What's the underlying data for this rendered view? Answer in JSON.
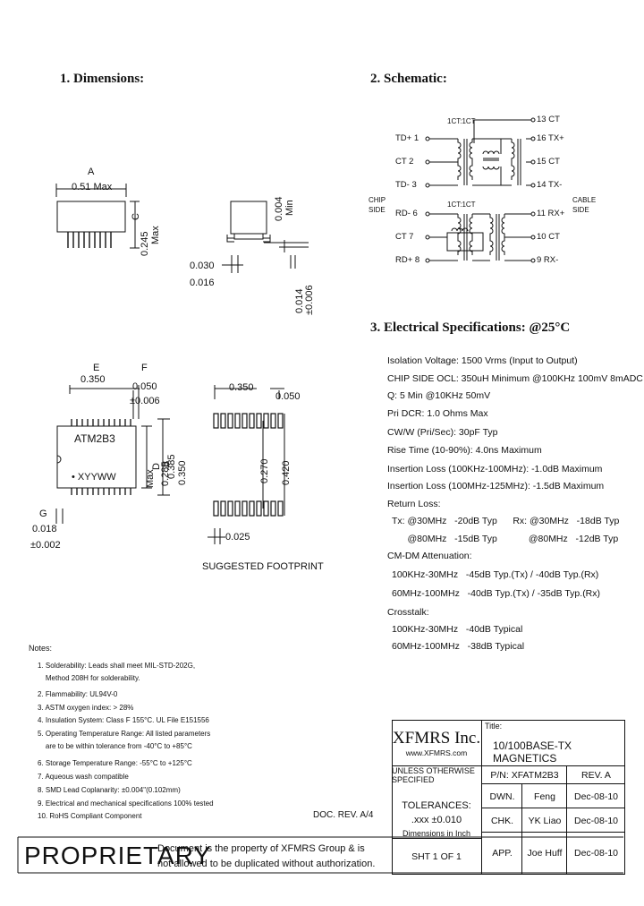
{
  "sections": {
    "dimensions": "1. Dimensions:",
    "schematic": "2. Schematic:",
    "electrical": "3. Electrical   Specifications: @25°C"
  },
  "dims": {
    "a_letter": "A",
    "a_value": "0.51 Max",
    "c_letter": "C",
    "c_value": "0.245",
    "c_max": "Max",
    "side_top": "0.004",
    "side_min": "Min",
    "lead_030": "0.030",
    "lead_016": "0.016",
    "lead_014": "0.014",
    "lead_006": "±0.006",
    "e_letter": "E",
    "e_value": "0.350",
    "f_letter": "F",
    "f_value": "0.050",
    "f_tol": "±0.006",
    "chip_name": "ATM2B3",
    "chip_code": "• XYYWW",
    "d_letter": "D",
    "d_value": "0.285",
    "d_max": "Max",
    "b_letter": "B",
    "b_value1": "0.385",
    "b_value2": "0.350",
    "g_letter": "G",
    "g_value": "0.018",
    "g_tol": "±0.002",
    "fp_350": "0.350",
    "fp_050": "0.050",
    "fp_270": "0.270",
    "fp_420": "0.420",
    "fp_025": "0.025",
    "footprint_label": "SUGGESTED FOOTPRINT"
  },
  "schematic": {
    "ratio_top": "1CT:1CT",
    "ratio_bottom": "1CT:1CT",
    "chip_side": "CHIP",
    "chip_side2": "SIDE",
    "cable_side": "CABLE",
    "cable_side2": "SIDE",
    "left_pins": [
      "TD+ 1",
      "CT   2",
      "TD- 3",
      "RD- 6",
      "CT   7",
      "RD+ 8"
    ],
    "right_pins": [
      "13 CT",
      "16 TX+",
      "15 CT",
      "14 TX-",
      "11 RX+",
      "10 CT",
      "9 RX-"
    ]
  },
  "specs": [
    "Isolation Voltage: 1500 Vrms (Input to Output)",
    "CHIP SIDE OCL: 350uH Minimum @100KHz 100mV 8mADC",
    "Q: 5 Min @10KHz 50mV",
    "Pri DCR: 1.0 Ohms Max",
    "CW/W (Pri/Sec): 30pF Typ",
    "Rise Time (10-90%): 4.0ns Maximum",
    "Insertion Loss (100KHz-100MHz): -1.0dB Maximum",
    "Insertion Loss (100MHz-125MHz): -1.5dB Maximum",
    "Return Loss:",
    "Tx: @30MHz   -20dB Typ      Rx: @30MHz   -18dB Typ",
    "      @80MHz   -15dB Typ            @80MHz   -12dB Typ",
    "CM-DM Attenuation:",
    "100KHz-30MHz   -45dB Typ.(Tx) / -40dB Typ.(Rx)",
    "60MHz-100MHz   -40dB Typ.(Tx) / -35dB Typ.(Rx)",
    "Crosstalk:",
    "100KHz-30MHz   -40dB Typical",
    "60MHz-100MHz   -38dB Typical"
  ],
  "notes": {
    "title": "Notes:",
    "items": [
      "1. Solderability: Leads shall meet MIL-STD-202G,",
      "    Method 208H for solderability.",
      "2. Flammability: UL94V-0",
      "3. ASTM oxygen index: > 28%",
      "4. Insulation System: Class F 155°C. UL File E151556",
      "5. Operating Temperature Range: All listed parameters",
      "    are to be within tolerance from -40°C to +85°C",
      "6. Storage Temperature Range: -55°C to +125°C",
      "7. Aqueous wash compatible",
      "8. SMD Lead Coplanarity: ±0.004\"(0.102mm)",
      "9. Electrical and mechanical specifications 100% tested",
      "10. RoHS Compliant Component"
    ]
  },
  "title_block": {
    "doc_rev": "DOC. REV. A/4",
    "company": "XFMRS Inc.",
    "url": "www.XFMRS.com",
    "title_label": "Title:",
    "title": "10/100BASE-TX MAGNETICS",
    "unless": "UNLESS OTHERWISE SPECIFIED",
    "tol_label": "TOLERANCES:",
    "tol_value": ".xxx  ±0.010",
    "dim_unit": "Dimensions in Inch",
    "pn": "P/N: XFATM2B3",
    "rev": "REV. A",
    "rows": [
      {
        "role": "DWN.",
        "name": "Feng",
        "date": "Dec-08-10"
      },
      {
        "role": "CHK.",
        "name": "YK Liao",
        "date": "Dec-08-10"
      },
      {
        "role": "APP.",
        "name": "Joe Huff",
        "date": "Dec-08-10"
      }
    ],
    "sheet": "SHT  1  OF  1",
    "proprietary": "PROPRIETARY",
    "prop_text1": "Document is the property of XFMRS Group & is",
    "prop_text2": "not allowed to be duplicated without authorization."
  }
}
